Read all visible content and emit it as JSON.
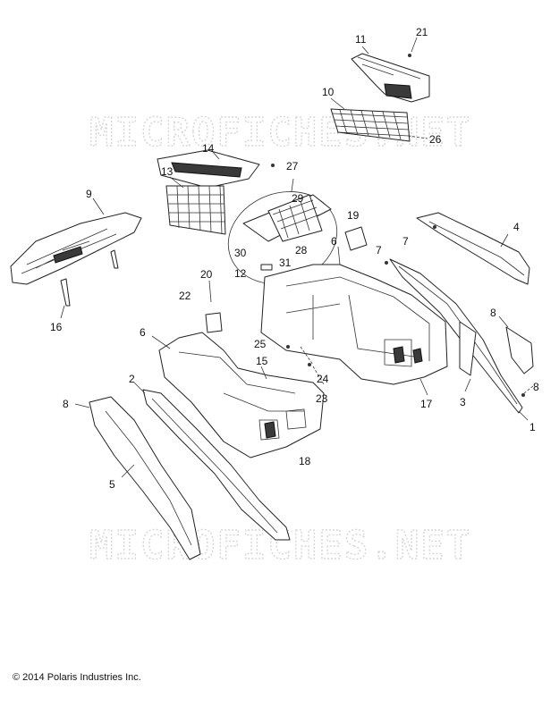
{
  "watermark": "MICROFICHES.NET",
  "copyright": "© 2014 Polaris Industries Inc.",
  "callouts": [
    "1",
    "2",
    "3",
    "4",
    "5",
    "6",
    "6",
    "7",
    "7",
    "8",
    "8",
    "8",
    "9",
    "10",
    "11",
    "12",
    "13",
    "14",
    "15",
    "16",
    "17",
    "18",
    "19",
    "20",
    "21",
    "22",
    "23",
    "24",
    "25",
    "26",
    "27",
    "28",
    "29",
    "30",
    "31"
  ]
}
